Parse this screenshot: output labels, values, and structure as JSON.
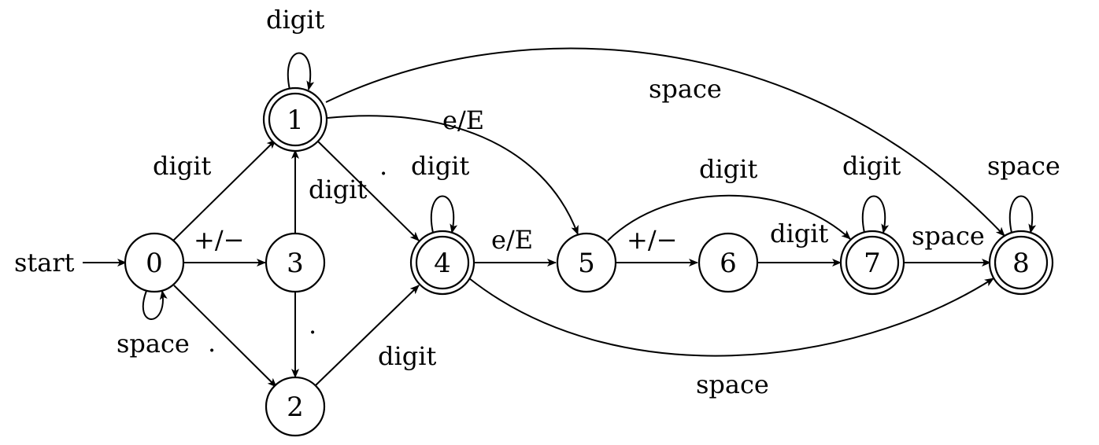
{
  "states": [
    {
      "id": "0",
      "label": "0",
      "accepting": false
    },
    {
      "id": "1",
      "label": "1",
      "accepting": true
    },
    {
      "id": "2",
      "label": "2",
      "accepting": false
    },
    {
      "id": "3",
      "label": "3",
      "accepting": false
    },
    {
      "id": "4",
      "label": "4",
      "accepting": true
    },
    {
      "id": "5",
      "label": "5",
      "accepting": false
    },
    {
      "id": "6",
      "label": "6",
      "accepting": false
    },
    {
      "id": "7",
      "label": "7",
      "accepting": true
    },
    {
      "id": "8",
      "label": "8",
      "accepting": true
    }
  ],
  "start_label": "start",
  "edges": {
    "e_0_0": "space",
    "e_0_1": "digit",
    "e_0_3": "+/−",
    "e_0_2": ".",
    "e_3_1": "digit",
    "e_3_2": ".",
    "e_1_1": "digit",
    "e_1_4": ".",
    "e_2_4": "digit",
    "e_1_5": "e/E",
    "e_1_8": "space",
    "e_4_4": "digit",
    "e_4_5": "e/E",
    "e_4_8": "space",
    "e_5_6": "+/−",
    "e_5_7": "digit",
    "e_6_7": "digit",
    "e_7_7": "digit",
    "e_7_8": "space",
    "e_8_8": "space"
  }
}
